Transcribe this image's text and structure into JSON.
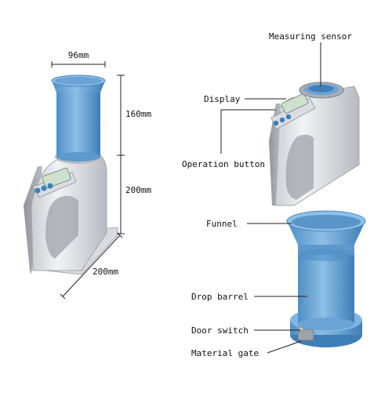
{
  "dimensions": {
    "width": "96mm",
    "top_height": "160mm",
    "bottom_height": "200mm",
    "depth": "200mm"
  },
  "labels": {
    "measuring_sensor": "Measuring sensor",
    "display": "Display",
    "operation_button": "Operation button",
    "funnel": "Funnel",
    "drop_barrel": "Drop barrel",
    "door_switch": "Door switch",
    "material_gate": "Material gate"
  },
  "colors": {
    "device_blue": "#6fa9d8",
    "device_blue_dark": "#3e7fb8",
    "body_grey": "#e3e5e8",
    "body_grey_dark": "#9ea3aa",
    "screen": "#cfe0ce",
    "line": "#222222"
  }
}
